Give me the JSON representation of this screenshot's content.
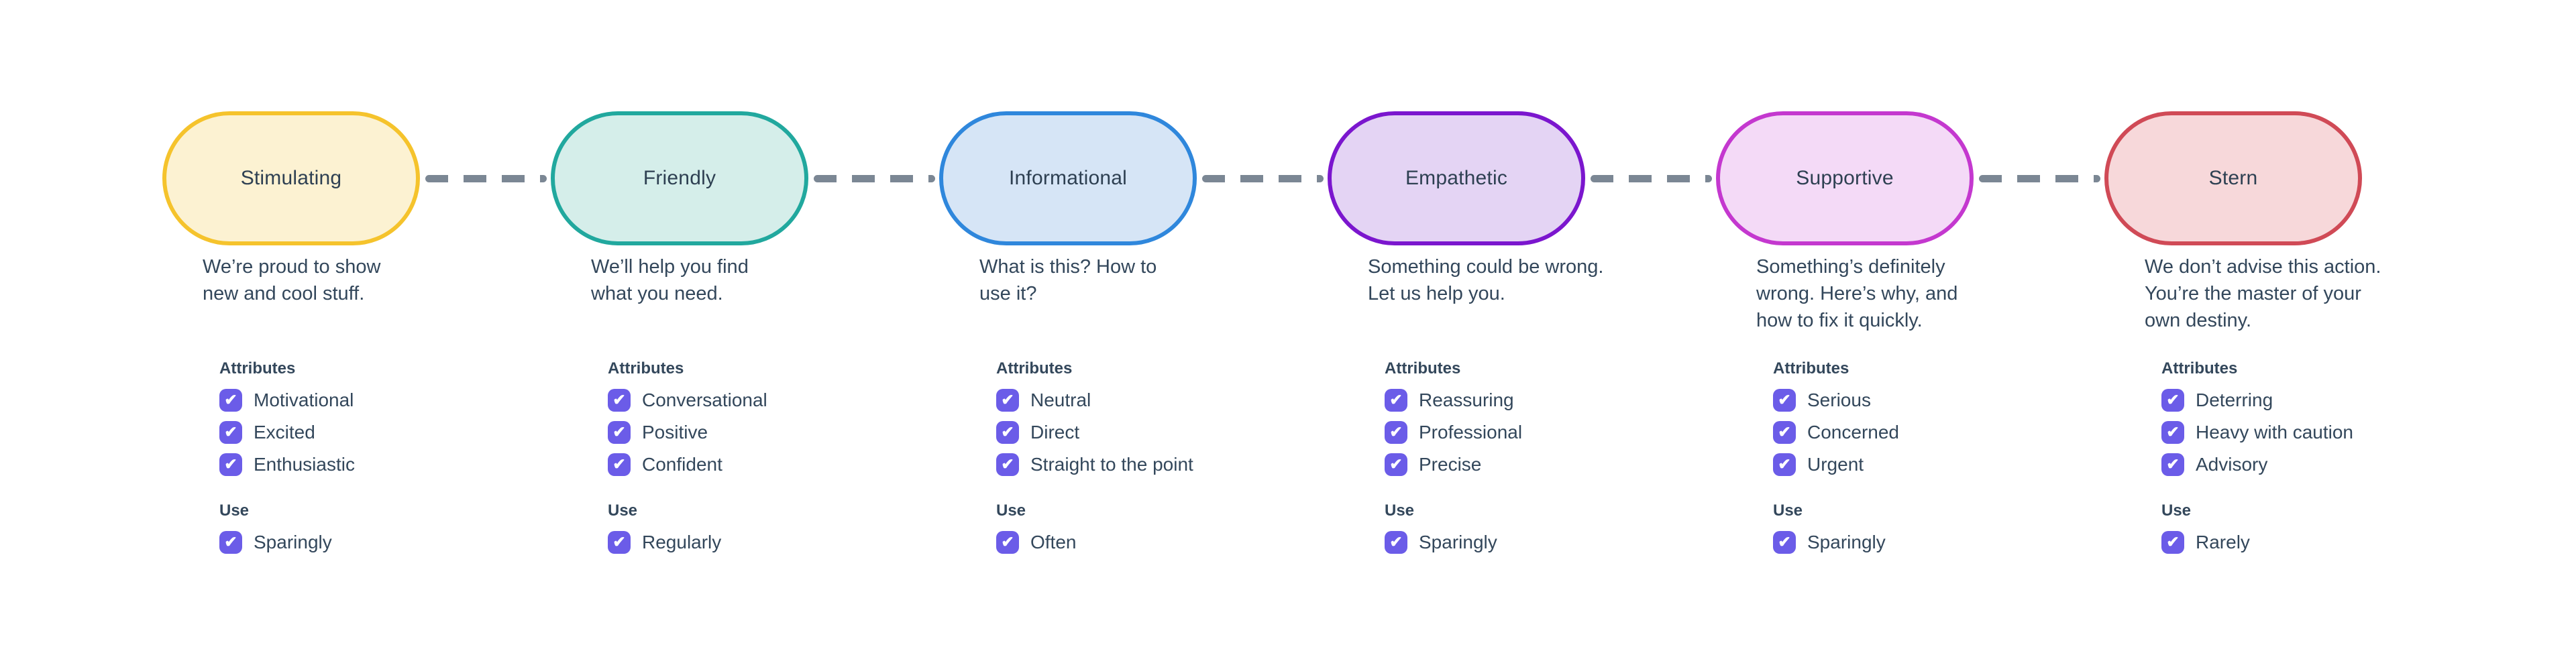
{
  "labels": {
    "attributes_title": "Attributes",
    "use_title": "Use"
  },
  "palette": {
    "checkbox": "#6B5CE8",
    "dash": "#7B8794",
    "text": "#33475B",
    "heading": "#33475B",
    "node_label": "#2E4052",
    "bg": "#FFFFFF"
  },
  "nodes": [
    {
      "label": "Stimulating",
      "description": "We’re proud to show\nnew and cool stuff.",
      "attributes": [
        "Motivational",
        "Excited",
        "Enthusiastic"
      ],
      "use": "Sparingly",
      "border": "#F5C32C",
      "fill": "#FCF2D2",
      "checked": true
    },
    {
      "label": "Friendly",
      "description": "We’ll help you find\nwhat you need.",
      "attributes": [
        "Conversational",
        "Positive",
        "Confident"
      ],
      "use": "Regularly",
      "border": "#21A89E",
      "fill": "#D5EEEA",
      "checked": true
    },
    {
      "label": "Informational",
      "description": "What is this? How to\nuse it?",
      "attributes": [
        "Neutral",
        "Direct",
        "Straight to the point"
      ],
      "use": "Often",
      "border": "#2F87DC",
      "fill": "#D6E5F6",
      "checked": true
    },
    {
      "label": "Empathetic",
      "description": "Something could be wrong.\nLet us help you.",
      "attributes": [
        "Reassuring",
        "Professional",
        "Precise"
      ],
      "use": "Sparingly",
      "border": "#7B16CE",
      "fill": "#E4D4F4",
      "checked": true
    },
    {
      "label": "Supportive",
      "description": "Something’s definitely\nwrong. Here’s why, and\nhow to fix it quickly.",
      "attributes": [
        "Serious",
        "Concerned",
        "Urgent"
      ],
      "use": "Sparingly",
      "border": "#C438CF",
      "fill": "#F4DAF7",
      "checked": true
    },
    {
      "label": "Stern",
      "description": "We don’t advise this action.\nYou’re the master of your\nown destiny.",
      "attributes": [
        "Deterring",
        "Heavy with caution",
        "Advisory"
      ],
      "use": "Rarely",
      "border": "#D04A56",
      "fill": "#F7D8DA",
      "checked": true
    }
  ]
}
